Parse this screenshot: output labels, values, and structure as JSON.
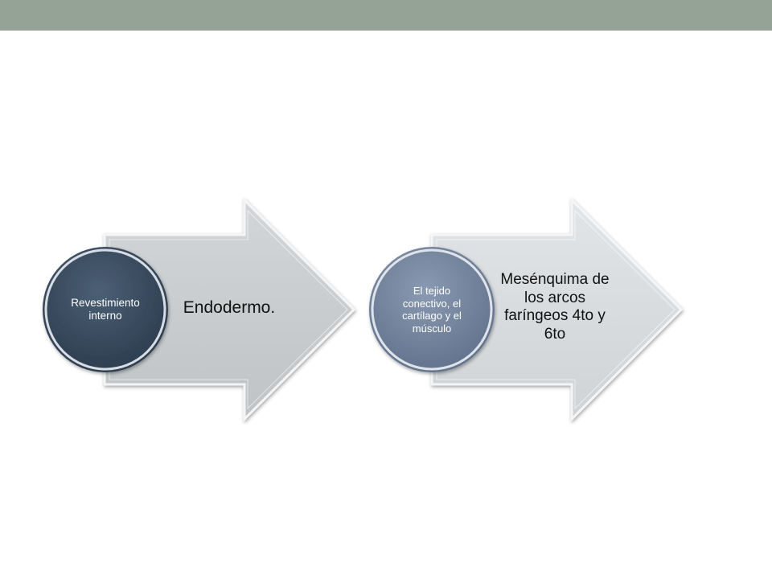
{
  "diagram": {
    "items": [
      {
        "circle_label": "Revestimiento interno",
        "arrow_label": "Endodermo."
      },
      {
        "circle_label": "El tejido conectivo, el cartílago y el músculo",
        "arrow_label": "Mesénquima de los arcos faríngeos 4to y 6to"
      }
    ]
  },
  "colors": {
    "top_band": "#94a396",
    "arrow_fill_1": "#c6c9cb",
    "arrow_fill_2": "#d9dcdf",
    "circle_dark": "#34465a",
    "circle_light": "#7586a0"
  }
}
